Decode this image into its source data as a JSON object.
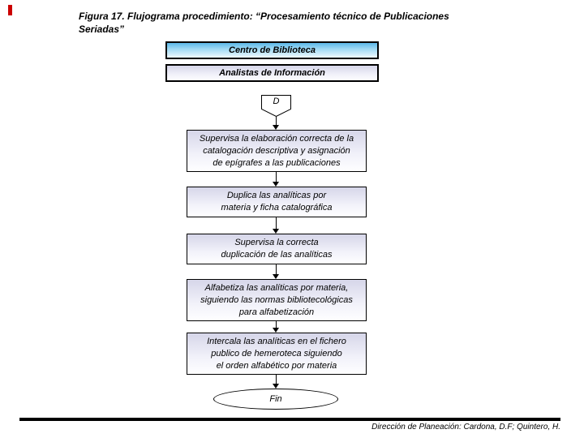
{
  "figure": {
    "title": "Figura 17. Flujograma procedimiento: “Procesamiento técnico de Publicaciones\nSeriadas”",
    "footer_credit": "Dirección de Planeación: Cardona, D.F; Quintero, H."
  },
  "flowchart": {
    "headers": [
      {
        "label": "Centro de Biblioteca"
      },
      {
        "label": "Analistas de Información"
      }
    ],
    "offpage_connector_label": "D",
    "steps": [
      {
        "text": "Supervisa la elaboración correcta de la\ncatalogación descriptiva y asignación\nde epígrafes a las publicaciones"
      },
      {
        "text": "Duplica las analíticas por\nmateria y ficha catalográfica"
      },
      {
        "text": "Supervisa la correcta\nduplicación de las analíticas"
      },
      {
        "text": "Alfabetiza las analíticas por materia,\nsiguiendo las normas bibliotecológicas\npara alfabetización"
      },
      {
        "text": "Intercala las analíticas en el fichero\npublico de hemeroteca siguiendo\nel orden alfabético por materia"
      }
    ],
    "terminator_label": "Fin",
    "colors": {
      "header_blue_top": "#5cb8e8",
      "header_blue_bottom": "#f0faff",
      "lavender_top": "#d6d6e9",
      "lavender_bottom": "#fefeff",
      "accent_mark_red": "#cc0000",
      "line_black": "#000000"
    }
  }
}
